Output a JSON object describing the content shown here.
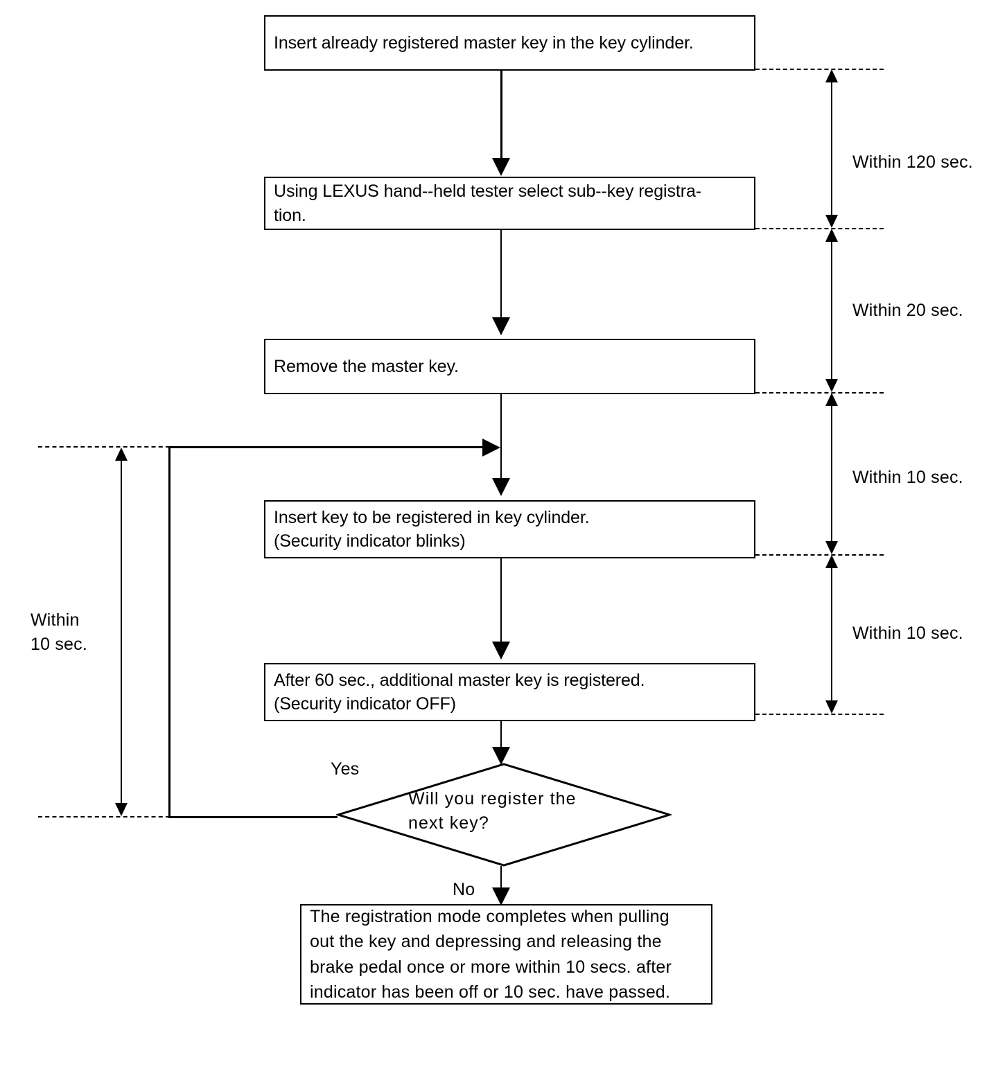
{
  "diagram": {
    "title": "Sub-key registration procedure flowchart",
    "type": "flowchart",
    "steps": [
      {
        "id": "step-insert-master-key",
        "shape": "process",
        "text": "Insert already registered master key in the key cylinder."
      },
      {
        "id": "step-select-sub-key-registration",
        "shape": "process",
        "text": "Using LEXUS hand--held tester select sub--key registra-\ntion."
      },
      {
        "id": "step-remove-master-key",
        "shape": "process",
        "text": "Remove the master key."
      },
      {
        "id": "step-insert-key-to-register",
        "shape": "process",
        "text": "Insert key to be registered in key cylinder.\n(Security indicator blinks)"
      },
      {
        "id": "step-additional-key-registered",
        "shape": "process",
        "text": "After 60 sec., additional master key is registered.\n(Security indicator OFF)"
      },
      {
        "id": "decision-register-next-key",
        "shape": "decision",
        "text": "Will  you  register  the\nnext key?"
      },
      {
        "id": "step-registration-complete",
        "shape": "result",
        "text": "The registration mode completes when pulling\nout the key and depressing and releasing the\nbrake pedal once or more within 10 secs. after\nindicator has been off or 10 sec. have passed."
      }
    ],
    "branches": {
      "yes_label": "Yes",
      "no_label": "No"
    },
    "timing_annotations": {
      "right": [
        {
          "id": "timing-within-120-sec",
          "text": "Within 120 sec."
        },
        {
          "id": "timing-within-20-sec",
          "text": "Within 20 sec."
        },
        {
          "id": "timing-within-10-sec-upper",
          "text": "Within 10 sec."
        },
        {
          "id": "timing-within-10-sec-lower",
          "text": "Within 10 sec."
        }
      ],
      "left": [
        {
          "id": "timing-loop-within-10-sec",
          "text": "Within\n10 sec."
        }
      ]
    },
    "colors": {
      "stroke": "#000000",
      "background": "#ffffff",
      "text": "#000000"
    }
  }
}
